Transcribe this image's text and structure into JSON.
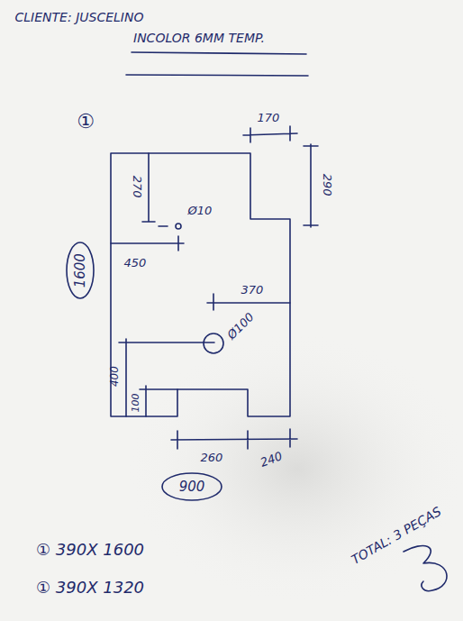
{
  "diagram": {
    "title": "INCOLOR 6MM TEMP.",
    "labels": [
      "CLIENTE: JUSCELINO",
      "①",
      "170",
      "290",
      "270",
      "Ø10",
      "450",
      "1600",
      "370",
      "Ø100",
      "400",
      "100",
      "260",
      "240",
      "900",
      "① 390X 1600",
      "① 390X 1320",
      "TOTAL: 3 PEÇAS"
    ]
  }
}
